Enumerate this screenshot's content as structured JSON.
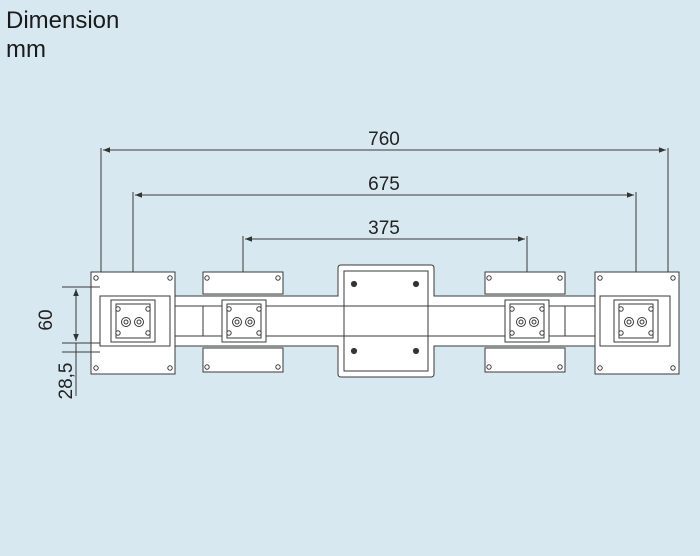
{
  "header": {
    "title": "Dimension",
    "unit": "mm"
  },
  "dimensions": {
    "overall_width": "760",
    "outer_mount_span": "675",
    "inner_mount_span": "375",
    "arm_height": "60",
    "bottom_offset": "28,5"
  },
  "colors": {
    "background": "#d8e8f0",
    "line": "#3a3a3a",
    "plate_fill": "#ffffff"
  }
}
